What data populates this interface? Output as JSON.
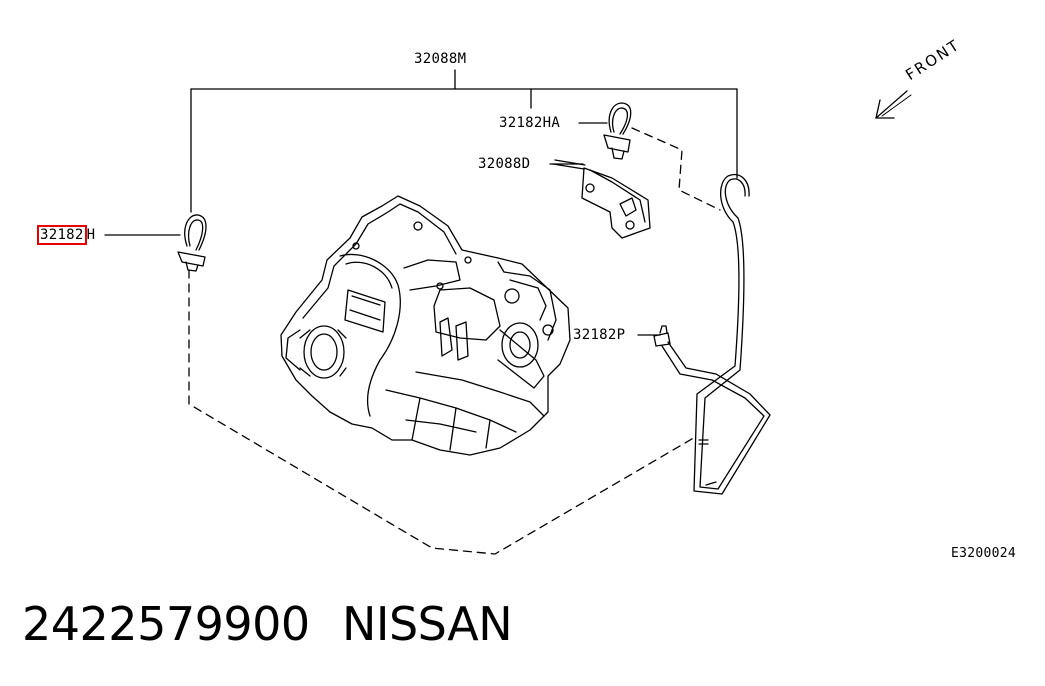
{
  "labels": {
    "assembly": "32088M",
    "clip_ha": "32182HA",
    "bracket": "32088D",
    "clip_h_prefix": "32182",
    "clip_h_suffix": "H",
    "clip_p": "32182P",
    "front": "FRONT",
    "diagram_code": "E3200024"
  },
  "highlight": {
    "part": "32182",
    "color": "#e60000"
  },
  "caption": {
    "part_number": "2422579900",
    "brand": "NISSAN"
  },
  "colors": {
    "line": "#000000",
    "background": "#ffffff"
  }
}
